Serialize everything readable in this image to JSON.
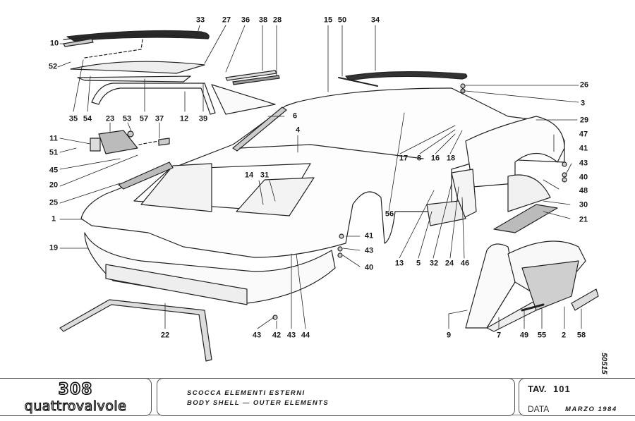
{
  "diagram": {
    "type": "exploded-parts-diagram",
    "subject": "Ferrari 308 quattrovalvole body shell - outer elements",
    "drawing_number": "50515",
    "callouts": [
      {
        "id": "c33",
        "label": "33"
      },
      {
        "id": "c27",
        "label": "27"
      },
      {
        "id": "c36",
        "label": "36"
      },
      {
        "id": "c38",
        "label": "38"
      },
      {
        "id": "c28",
        "label": "28"
      },
      {
        "id": "c15",
        "label": "15"
      },
      {
        "id": "c50",
        "label": "50"
      },
      {
        "id": "c34",
        "label": "34"
      },
      {
        "id": "c10",
        "label": "10"
      },
      {
        "id": "c52",
        "label": "52"
      },
      {
        "id": "c26",
        "label": "26"
      },
      {
        "id": "c3",
        "label": "3"
      },
      {
        "id": "c29",
        "label": "29"
      },
      {
        "id": "c35",
        "label": "35"
      },
      {
        "id": "c54",
        "label": "54"
      },
      {
        "id": "c57",
        "label": "57"
      },
      {
        "id": "c12",
        "label": "12"
      },
      {
        "id": "c39",
        "label": "39"
      },
      {
        "id": "c23",
        "label": "23"
      },
      {
        "id": "c53",
        "label": "53"
      },
      {
        "id": "c37",
        "label": "37"
      },
      {
        "id": "c6",
        "label": "6"
      },
      {
        "id": "c4",
        "label": "4"
      },
      {
        "id": "c11",
        "label": "11"
      },
      {
        "id": "c51",
        "label": "51"
      },
      {
        "id": "c45",
        "label": "45"
      },
      {
        "id": "c20",
        "label": "20"
      },
      {
        "id": "c25",
        "label": "25"
      },
      {
        "id": "c17",
        "label": "17"
      },
      {
        "id": "c8",
        "label": "8"
      },
      {
        "id": "c16",
        "label": "16"
      },
      {
        "id": "c18",
        "label": "18"
      },
      {
        "id": "c47",
        "label": "47"
      },
      {
        "id": "c41b",
        "label": "41"
      },
      {
        "id": "c43b",
        "label": "43"
      },
      {
        "id": "c40b",
        "label": "40"
      },
      {
        "id": "c48",
        "label": "48"
      },
      {
        "id": "c14",
        "label": "14"
      },
      {
        "id": "c31",
        "label": "31"
      },
      {
        "id": "c30",
        "label": "30"
      },
      {
        "id": "c21",
        "label": "21"
      },
      {
        "id": "c1",
        "label": "1"
      },
      {
        "id": "c56",
        "label": "56"
      },
      {
        "id": "c41a",
        "label": "41"
      },
      {
        "id": "c43a",
        "label": "43"
      },
      {
        "id": "c40a",
        "label": "40"
      },
      {
        "id": "c13",
        "label": "13"
      },
      {
        "id": "c5",
        "label": "5"
      },
      {
        "id": "c32",
        "label": "32"
      },
      {
        "id": "c24",
        "label": "24"
      },
      {
        "id": "c46",
        "label": "46"
      },
      {
        "id": "c19",
        "label": "19"
      },
      {
        "id": "c22",
        "label": "22"
      },
      {
        "id": "c43c",
        "label": "43"
      },
      {
        "id": "c42",
        "label": "42"
      },
      {
        "id": "c43d",
        "label": "43"
      },
      {
        "id": "c44",
        "label": "44"
      },
      {
        "id": "c9",
        "label": "9"
      },
      {
        "id": "c7",
        "label": "7"
      },
      {
        "id": "c49",
        "label": "49"
      },
      {
        "id": "c55",
        "label": "55"
      },
      {
        "id": "c2",
        "label": "2"
      },
      {
        "id": "c58",
        "label": "58"
      }
    ]
  },
  "title_block": {
    "logo_model": "308",
    "logo_variant": "quattrovalvole",
    "title_it": "SCOCCA ELEMENTI ESTERNI",
    "title_en": "BODY SHELL — OUTER ELEMENTS",
    "tav_label": "TAV.",
    "tav_value": "101",
    "data_label": "DATA",
    "data_value": "MARZO 1984"
  }
}
